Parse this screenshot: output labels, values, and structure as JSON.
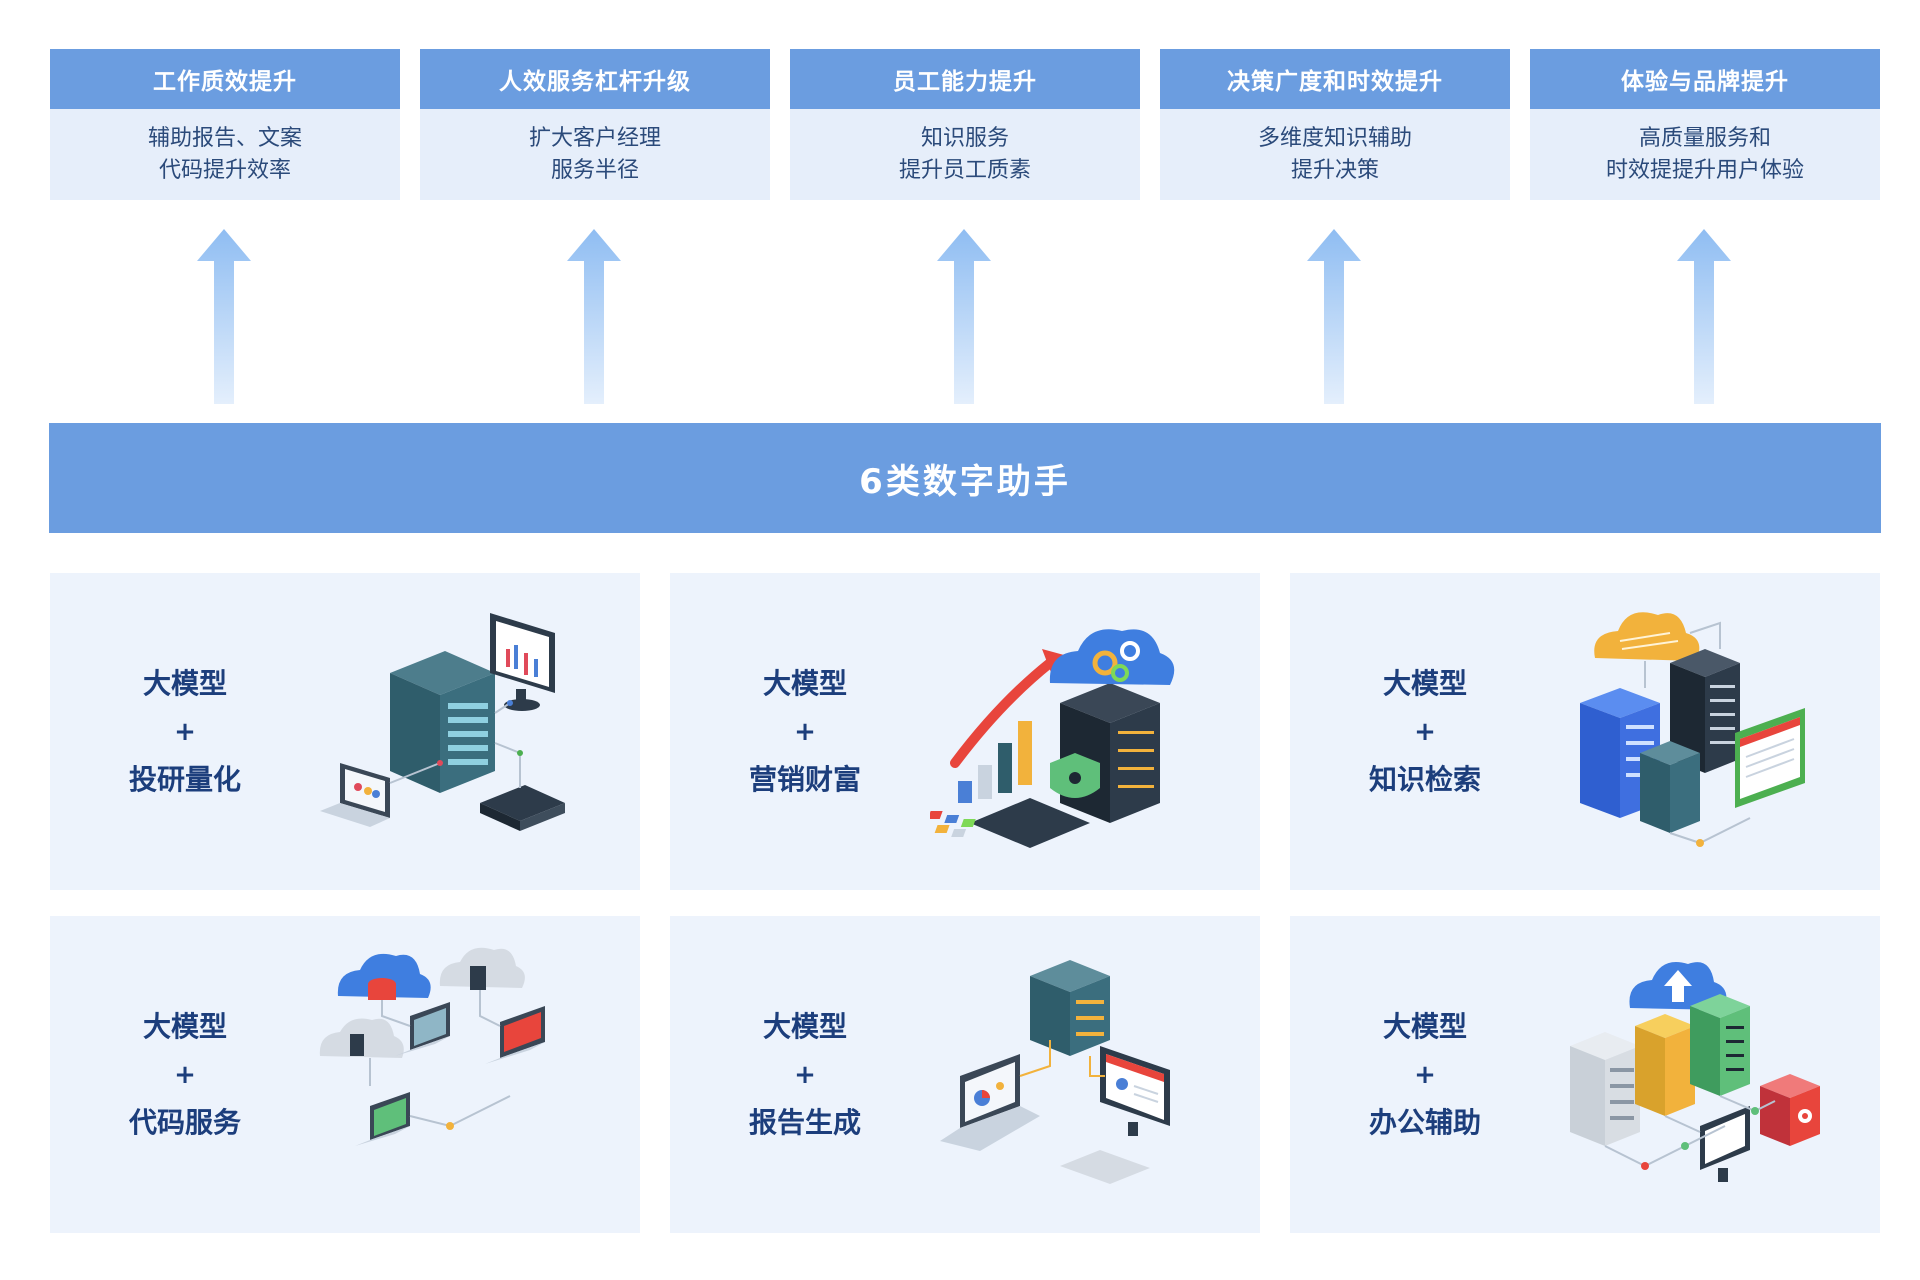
{
  "top_cards": [
    {
      "title": "工作质效提升",
      "lines": [
        "辅助报告、文案",
        "代码提升效率"
      ]
    },
    {
      "title": "人效服务杠杆升级",
      "lines": [
        "扩大客户经理",
        "服务半径"
      ]
    },
    {
      "title": "员工能力提升",
      "lines": [
        "知识服务",
        "提升员工质素"
      ]
    },
    {
      "title": "决策广度和时效提升",
      "lines": [
        "多维度知识辅助",
        "提升决策"
      ]
    },
    {
      "title": "体验与品牌提升",
      "lines": [
        "高质量服务和",
        "时效提提升用户体验"
      ]
    }
  ],
  "center_bar": {
    "title": "6类数字助手"
  },
  "tiles": [
    {
      "line1": "大模型",
      "plus": "+",
      "line2": "投研量化",
      "icon": "server-monitor-laptop-icon"
    },
    {
      "line1": "大模型",
      "plus": "+",
      "line2": "营销财富",
      "icon": "growth-chart-cloud-icon"
    },
    {
      "line1": "大模型",
      "plus": "+",
      "line2": "知识检索",
      "icon": "cloud-database-document-icon"
    },
    {
      "line1": "大模型",
      "plus": "+",
      "line2": "代码服务",
      "icon": "cloud-laptops-network-icon"
    },
    {
      "line1": "大模型",
      "plus": "+",
      "line2": "报告生成",
      "icon": "server-laptop-monitor-icon"
    },
    {
      "line1": "大模型",
      "plus": "+",
      "line2": "办公辅助",
      "icon": "cloud-upload-servers-icon"
    }
  ],
  "colors": {
    "primary": "#6b9de0",
    "card_bg": "#e6eefa",
    "tile_bg": "#edf3fc",
    "text_dark": "#1c3e7c",
    "arrow": "#a9cdf5"
  }
}
